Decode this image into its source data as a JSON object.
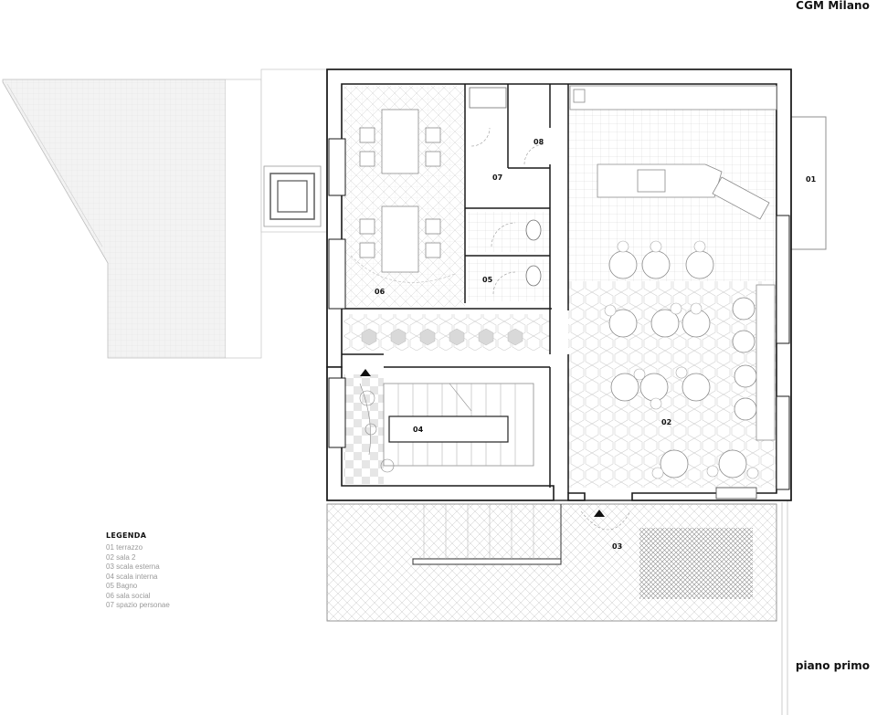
{
  "header": {
    "brand": "CGM Milano"
  },
  "footer": {
    "floor_label": "piano primo"
  },
  "legend": {
    "title": "LEGENDA",
    "items": [
      "01 terrazzo",
      "02 sala 2",
      "03 scala esterna",
      "04 scala interna",
      "05 Bagno",
      "06 sala social",
      "07 spazio personae"
    ]
  },
  "rooms": {
    "r01": "01",
    "r02": "02",
    "r03": "03",
    "r04": "04",
    "r05": "05",
    "r06": "06",
    "r07": "07",
    "r08": "08"
  }
}
